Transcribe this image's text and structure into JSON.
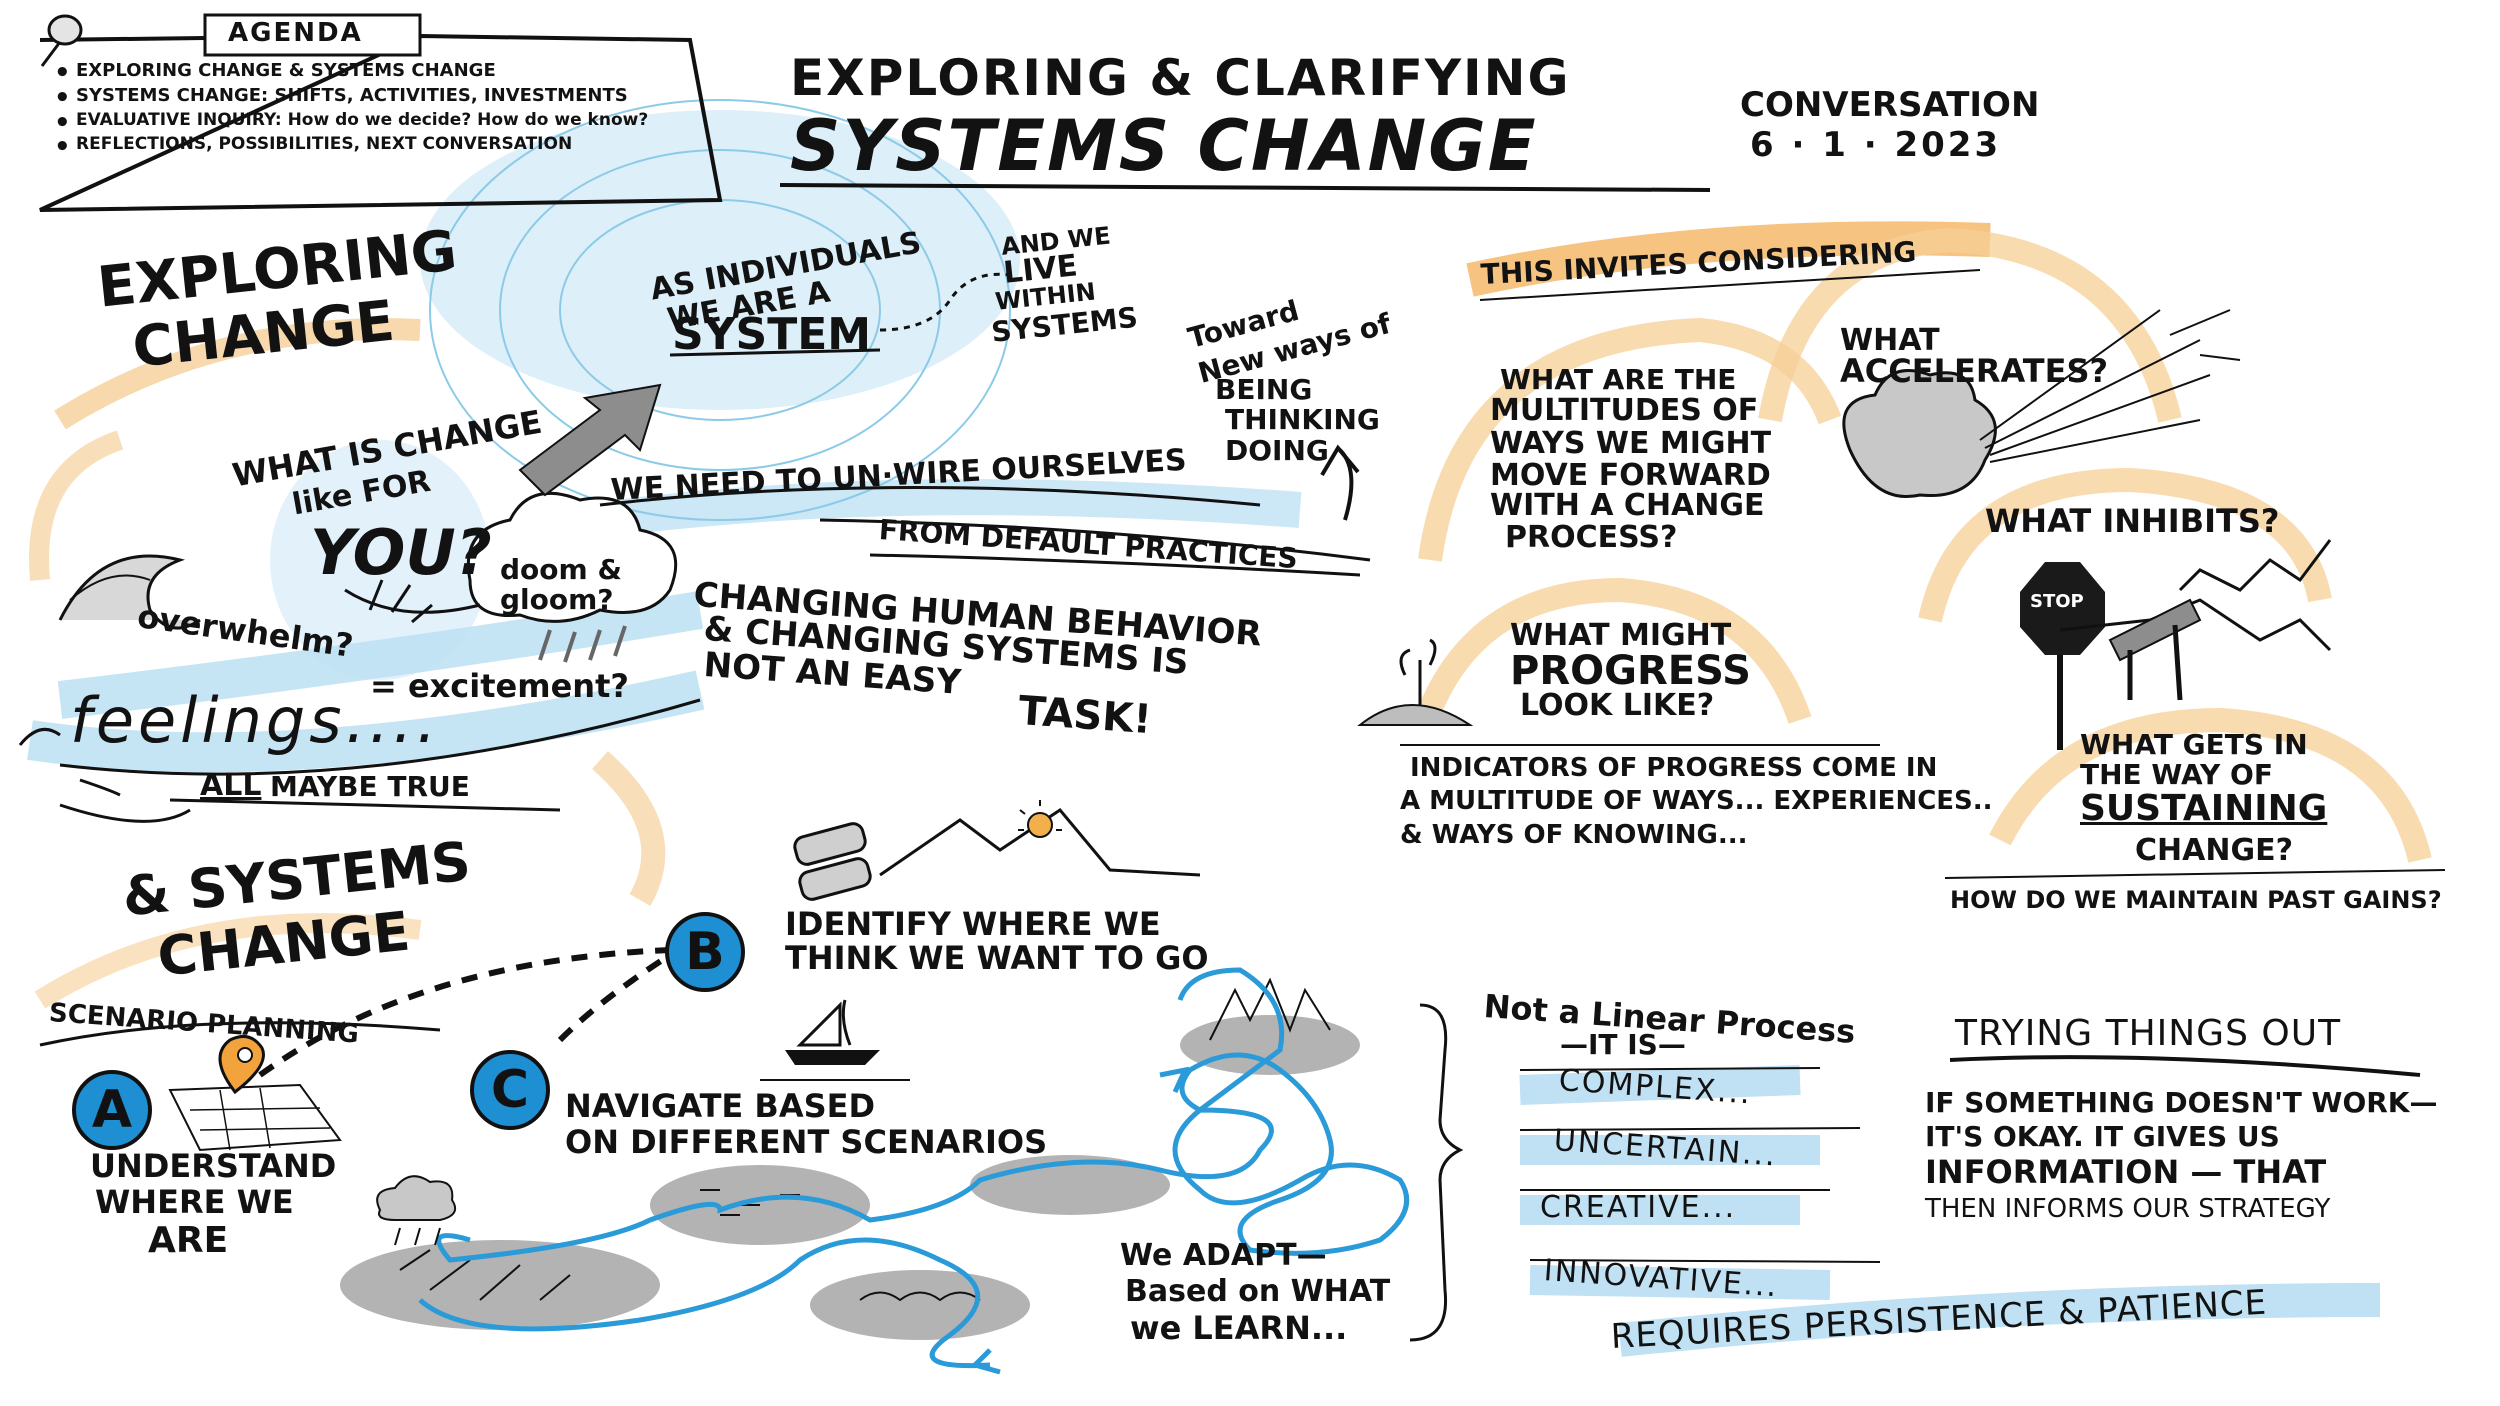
{
  "agenda": {
    "title": "AGENDA",
    "items": [
      "EXPLORING CHANGE & SYSTEMS CHANGE",
      "SYSTEMS CHANGE: SHIFTS, ACTIVITIES, INVESTMENTS",
      "EVALUATIVE INQUIRY: How do we decide? How do we know?",
      "REFLECTIONS, POSSIBILITIES, NEXT CONVERSATION"
    ]
  },
  "title": {
    "line1": "EXPLORING & CLARIFYING",
    "line2": "SYSTEMS CHANGE"
  },
  "conversation": {
    "label": "CONVERSATION",
    "date": "6 · 1 · 2023"
  },
  "exploring_change": {
    "heading_line1": "EXPLORING",
    "heading_line2": "CHANGE",
    "individuals_line1": "AS INDIVIDUALS",
    "individuals_line2": "WE ARE A",
    "system": "SYSTEM",
    "live_line1": "AND WE",
    "live_line2": "LIVE",
    "live_line3": "WITHIN",
    "live_line4": "SYSTEMS",
    "toward_line1": "Toward",
    "toward_line2": "New ways of",
    "being": "BEING",
    "thinking": "THINKING",
    "doing": "DOING",
    "what_is_change": "WHAT is CHANGE",
    "like_for": "like FOR",
    "you": "YOU?",
    "doom": "doom &",
    "gloom": "gloom?",
    "unwire": "WE NEED to UN·WIRE ourselves",
    "default_practices": "FROM DEFAULT PRACTICES",
    "overwhelm": "overwhelm?",
    "excitement": "= excitement?",
    "changing_line1": "CHANGING HUMAN BEHAVIOR",
    "changing_line2": "& CHANGING SYSTEMS is",
    "changing_line3": "NOT AN EASY",
    "changing_line4": "TASK!",
    "feelings": "feelings....",
    "all_true_all": "ALL",
    "all_true_rest": "MAYBE TRUE"
  },
  "considering": {
    "banner": "THIS INVITES CONSIDERING",
    "multitudes": [
      "WHAT ARE the",
      "MULTITUDES of",
      "WAYS WE MIGHT",
      "MOVE FORWARD",
      "with a CHANGE",
      "PROCESS?"
    ],
    "accelerates_line1": "WHAT",
    "accelerates_line2": "ACCELERATES?",
    "inhibits": "WHAT INHIBITS?",
    "stop": "STOP",
    "progress_line1": "WHAT MIGHT",
    "progress_line2": "PROGRESS",
    "progress_line3": "LOOK LIKE?",
    "indicators": [
      "INDICATORS of PROGRESS COME IN",
      "A MULTITUDE of WAYS... EXPERIENCES..",
      "& WAYS of KNOWING..."
    ],
    "sustaining": [
      "WHAT GETS in",
      "the WAY of",
      "SUSTAINING",
      "CHANGE?"
    ],
    "maintain": "HOW DO WE MAINTAIN PAST GAINS?"
  },
  "systems_change": {
    "heading_line1": "& SYSTEMS",
    "heading_line2": "CHANGE",
    "scenario_planning": "SCENARIO PLANNING",
    "letter_a": "A",
    "letter_b": "B",
    "letter_c": "C",
    "understand": [
      "UNDERSTAND",
      "WHERE WE",
      "ARE"
    ],
    "identify": [
      "IDENTIFY WHERE WE",
      "THINK WE WANT TO GO"
    ],
    "navigate": [
      "NAVIGATE BASED",
      "ON DIFFERENT SCENARIOS"
    ],
    "adapt": [
      "We ADAPT—",
      "Based on WHAT",
      "we LEARN..."
    ]
  },
  "process": {
    "heading_line1": "Not a Linear Process",
    "heading_line2": "—IT IS—",
    "items": [
      "COMPLEX...",
      "UNCERTAIN...",
      "CREATIVE...",
      "INNOVATIVE..."
    ],
    "persistence": "REQUIRES PERSISTENCE & PATIENCE"
  },
  "trying": {
    "heading": "TRYING THINGS OUT",
    "body": [
      "IF SOMETHING DOESN'T WORK—",
      "IT'S OKAY. IT GIVES US",
      "INFORMATION — THAT",
      "THEN INFORMS OUR STRATEGY"
    ]
  },
  "colors": {
    "ink": "#121212",
    "blue_wash": "#bfe1f3",
    "orange_wash": "#f5b96a",
    "accent_blue": "#1f8fd4",
    "gray": "#9a9a9a"
  }
}
